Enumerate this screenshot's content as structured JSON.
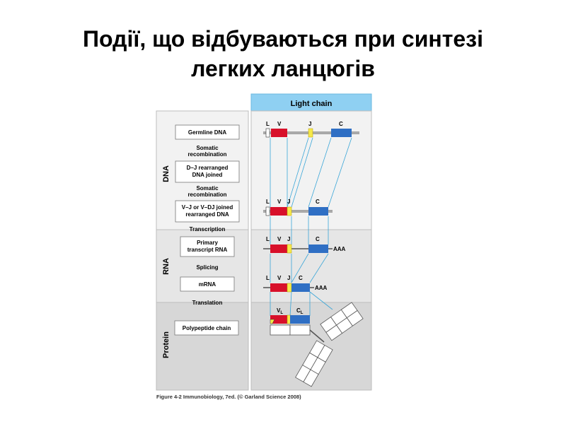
{
  "slide": {
    "title_line1": "Події, що відбуваються при синтезі",
    "title_line2": "легких ланцюгів"
  },
  "figure": {
    "header": "Light chain",
    "sections": {
      "dna": "DNA",
      "rna": "RNA",
      "protein": "Protein"
    },
    "steps": {
      "germline": "Germline DNA",
      "somatic1_line1": "Somatic",
      "somatic1_line2": "recombination",
      "dj_line1": "D–J rearranged",
      "dj_line2": "DNA joined",
      "somatic2_line1": "Somatic",
      "somatic2_line2": "recombination",
      "vj_line1": "V–J or V–DJ joined",
      "vj_line2": "rearranged DNA",
      "transcription": "Transcription",
      "primary_line1": "Primary",
      "primary_line2": "transcript RNA",
      "splicing": "Splicing",
      "mrna": "mRNA",
      "translation": "Translation",
      "polypeptide": "Polypeptide chain"
    },
    "gene_labels": {
      "row1": {
        "l": "L",
        "v": "V",
        "j": "J",
        "c": "C"
      },
      "row2": {
        "l": "L",
        "v": "V",
        "j": "J",
        "c": "C"
      },
      "row3": {
        "l": "L",
        "v": "V",
        "j": "J",
        "c": "C",
        "tail": "AAA"
      },
      "row4": {
        "l": "L",
        "v": "V",
        "j": "J",
        "c": "C",
        "tail": "AAA"
      },
      "protein": {
        "vl": "V",
        "vl_sub": "L",
        "cl": "C",
        "cl_sub": "L"
      }
    },
    "colors": {
      "v_segment": "#d8102a",
      "j_segment": "#f6e94a",
      "c_segment": "#2f6fc4",
      "header_bg": "#8fd0f2",
      "connector": "#3aa6d8",
      "dna_bg": "#f2f2f2",
      "rna_bg": "#e6e6e6",
      "protein_bg": "#d7d7d7"
    },
    "caption": "Figure 4-2  Immunobiology, 7ed. (© Garland Science 2008)"
  }
}
